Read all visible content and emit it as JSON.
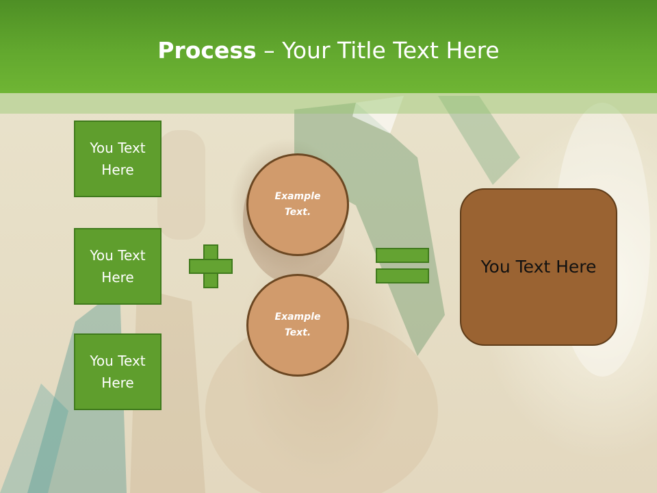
{
  "slide": {
    "title_bold": "Process",
    "title_rest": " – Your Title Text Here"
  },
  "left_boxes": [
    {
      "label": "You Text Here"
    },
    {
      "label": "You Text Here"
    },
    {
      "label": "You Text Here"
    }
  ],
  "circles": [
    {
      "label": "Example Text."
    },
    {
      "label": "Example Text."
    }
  ],
  "result_box": {
    "label": "You Text Here"
  },
  "symbols": {
    "plus": "plus-sign",
    "equals": "equals-sign"
  },
  "colors": {
    "header_green": "#62a82e",
    "box_green": "#5f9e2d",
    "circle_tan": "#d19b6c",
    "result_brown": "#9a6332"
  }
}
